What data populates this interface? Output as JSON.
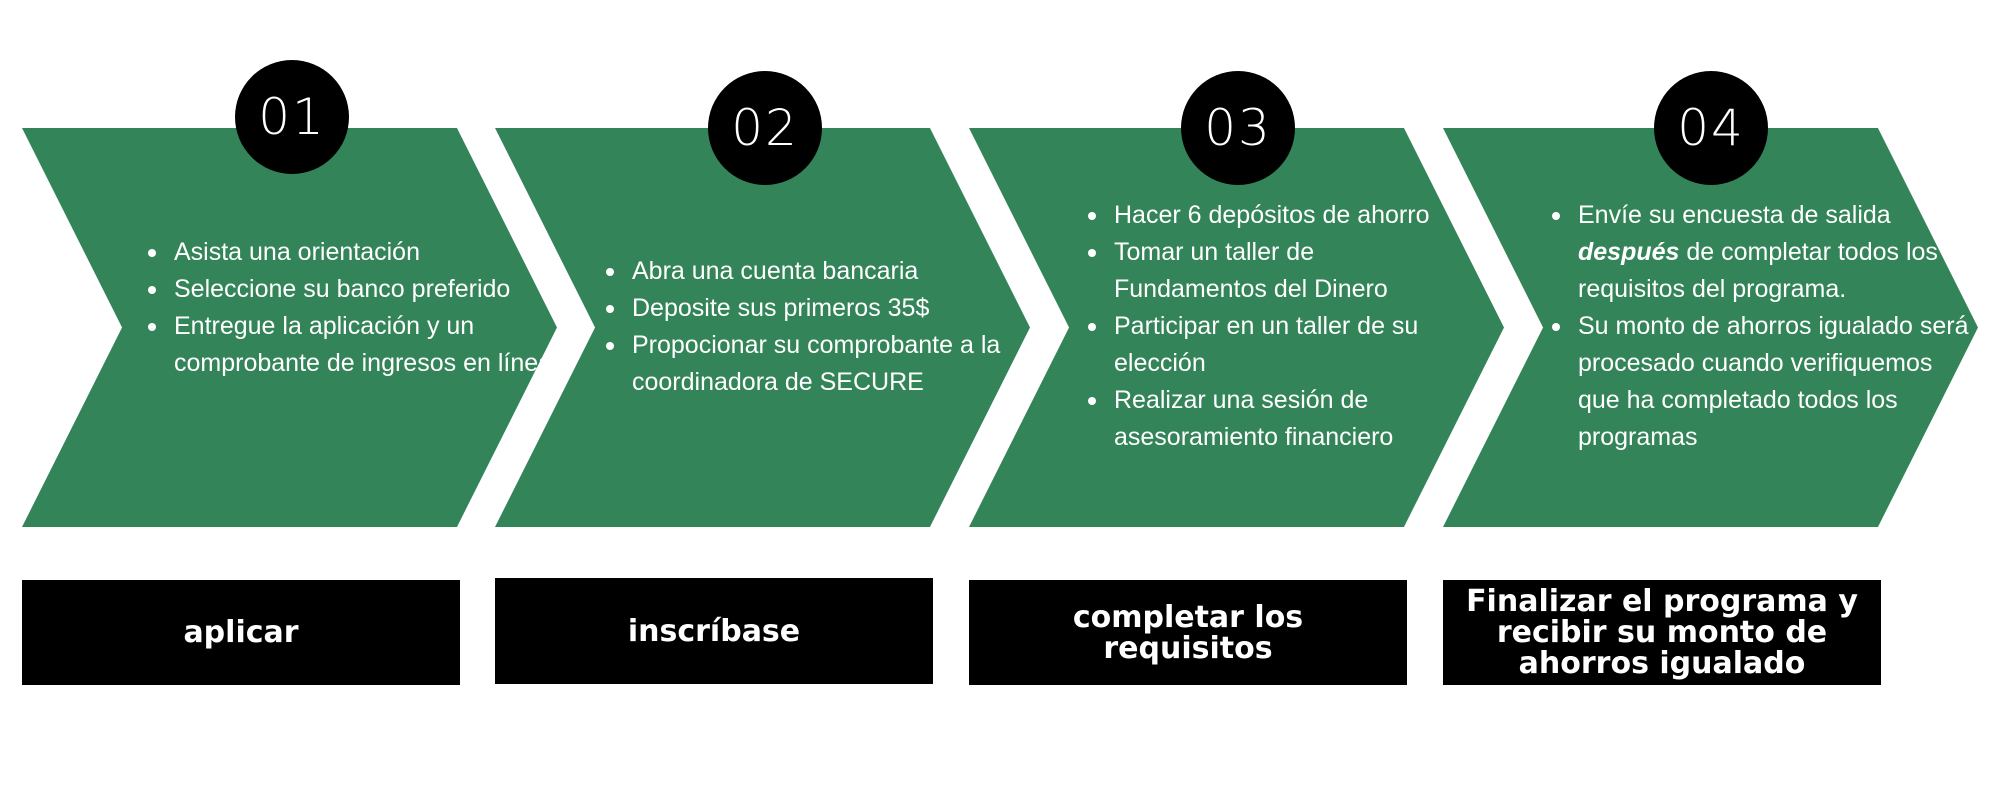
{
  "colors": {
    "chevron": "#348459",
    "circle": "#000000",
    "label_box": "#000000",
    "text": "#ffffff"
  },
  "steps": [
    {
      "number": "01",
      "bullets": [
        "Asista una orientación",
        "Seleccione su banco preferido",
        "Entregue la aplicación y un comprobante de ingresos en línea"
      ],
      "label": "aplicar"
    },
    {
      "number": "02",
      "bullets": [
        "Abra una cuenta bancaria",
        "Deposite sus primeros 35$",
        "Propocionar su comprobante a la coordinadora de SECURE"
      ],
      "label": "inscríbase"
    },
    {
      "number": "03",
      "bullets": [
        "Hacer 6 depósitos de ahorro",
        "Tomar un taller de Fundamentos del Dinero",
        "Participar en un taller de su elección",
        "Realizar una sesión de asesoramiento financiero"
      ],
      "label": "completar los requisitos"
    },
    {
      "number": "04",
      "bullets": [
        "Envíe su encuesta de salida",
        "Su monto de ahorros igualado será procesado cuando verifiquemos que ha completado todos los programas"
      ],
      "bullet1_emphasis": "después",
      "bullet1_rest": "de completar todos los requisitos del programa.",
      "label": "Finalizar el programa y recibir su monto de ahorros igualado"
    }
  ]
}
